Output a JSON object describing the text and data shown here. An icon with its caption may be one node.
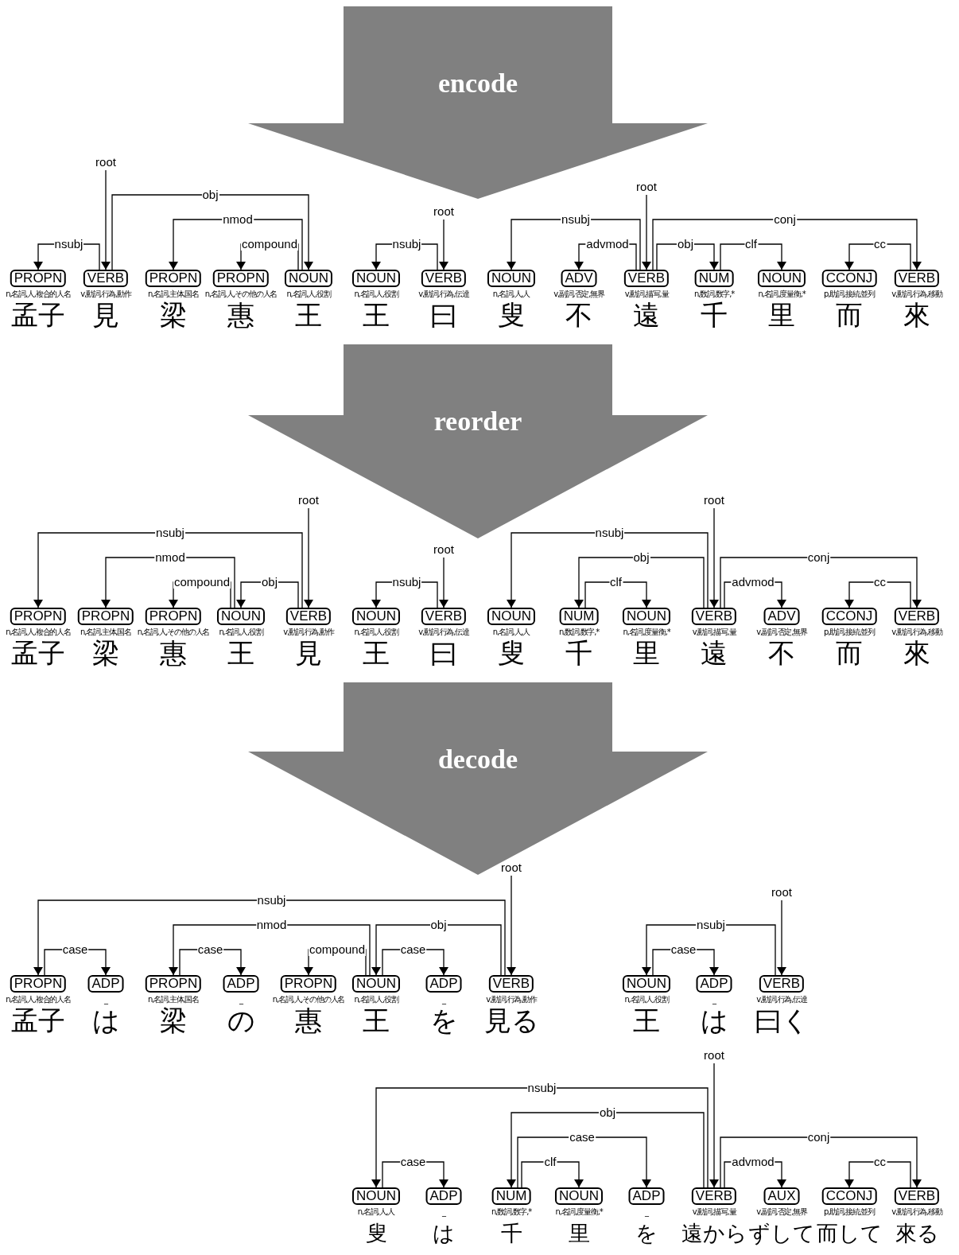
{
  "diagram": {
    "nodes": [
      {
        "text": [
          "encode"
        ]
      },
      {
        "text": [
          "PROPN"
        ],
        "beside": [
          "n,名詞,人,複合的人名",
          "孟子"
        ]
      },
      {
        "text": [
          "VERB"
        ],
        "beside": [
          "v,動詞,行為,動作",
          "見"
        ]
      },
      {
        "text": [
          "PROPN"
        ],
        "beside": [
          "n,名詞,主体,国名",
          "梁"
        ]
      },
      {
        "text": [
          "PROPN"
        ],
        "beside": [
          "n,名詞,人,その他の人名",
          "惠"
        ]
      },
      {
        "text": [
          "NOUN"
        ],
        "beside": [
          "n,名詞,人,役割",
          "王"
        ]
      },
      {
        "text": [
          "NOUN"
        ],
        "beside": [
          "n,名詞,人,役割",
          "王"
        ]
      },
      {
        "text": [
          "VERB"
        ],
        "beside": [
          "v,動詞,行為,伝達",
          "曰"
        ]
      },
      {
        "text": [
          "NOUN"
        ],
        "beside": [
          "n,名詞,人,人",
          "叟"
        ]
      },
      {
        "text": [
          "ADV"
        ],
        "beside": [
          "v,副詞,否定,無界",
          "不"
        ]
      },
      {
        "text": [
          "VERB"
        ],
        "beside": [
          "v,動詞,描写,量",
          "遠"
        ]
      },
      {
        "text": [
          "NUM"
        ],
        "beside": [
          "n,数詞,数字,*",
          "千"
        ]
      },
      {
        "text": [
          "NOUN"
        ],
        "beside": [
          "n,名詞,度量衡,*",
          "里"
        ]
      },
      {
        "text": [
          "CCONJ"
        ],
        "beside": [
          "p,助詞,接続,並列",
          "而"
        ]
      },
      {
        "text": [
          "VERB"
        ],
        "beside": [
          "v,動詞,行為,移動",
          "來"
        ]
      },
      {
        "text": [
          "reorder"
        ]
      },
      {
        "text": [
          "PROPN"
        ],
        "beside": [
          "n,名詞,人,複合的人名",
          "孟子"
        ]
      },
      {
        "text": [
          "PROPN"
        ],
        "beside": [
          "n,名詞,主体,国名",
          "梁"
        ]
      },
      {
        "text": [
          "PROPN"
        ],
        "beside": [
          "n,名詞,人,その他の人名",
          "惠"
        ]
      },
      {
        "text": [
          "NOUN"
        ],
        "beside": [
          "n,名詞,人,役割",
          "王"
        ]
      },
      {
        "text": [
          "VERB"
        ],
        "beside": [
          "v,動詞,行為,動作",
          "見"
        ]
      },
      {
        "text": [
          "NOUN"
        ],
        "beside": [
          "n,名詞,人,役割",
          "王"
        ]
      },
      {
        "text": [
          "VERB"
        ],
        "beside": [
          "v,動詞,行為,伝達",
          "曰"
        ]
      },
      {
        "text": [
          "NOUN"
        ],
        "beside": [
          "n,名詞,人,人",
          "叟"
        ]
      },
      {
        "text": [
          "NUM"
        ],
        "beside": [
          "n,数詞,数字,*",
          "千"
        ]
      },
      {
        "text": [
          "NOUN"
        ],
        "beside": [
          "n,名詞,度量衡,*",
          "里"
        ]
      },
      {
        "text": [
          "VERB"
        ],
        "beside": [
          "v,動詞,描写,量",
          "遠"
        ]
      },
      {
        "text": [
          "ADV"
        ],
        "beside": [
          "v,副詞,否定,無界",
          "不"
        ]
      },
      {
        "text": [
          "CCONJ"
        ],
        "beside": [
          "p,助詞,接続,並列",
          "而"
        ]
      },
      {
        "text": [
          "VERB"
        ],
        "beside": [
          "v,動詞,行為,移動",
          "來"
        ]
      },
      {
        "text": [
          "decode"
        ]
      },
      {
        "text": [
          "PROPN"
        ],
        "beside": [
          "n,名詞,人,複合的人名",
          "孟子"
        ]
      },
      {
        "text": [
          "ADP"
        ],
        "beside": [
          "_",
          "は"
        ]
      },
      {
        "text": [
          "PROPN"
        ],
        "beside": [
          "n,名詞,主体,国名",
          "梁"
        ]
      },
      {
        "text": [
          "ADP"
        ],
        "beside": [
          "_",
          "の"
        ]
      },
      {
        "text": [
          "PROPN"
        ],
        "beside": [
          "n,名詞,人,その他の人名",
          "惠"
        ]
      },
      {
        "text": [
          "NOUN"
        ],
        "beside": [
          "n,名詞,人,役割",
          "王"
        ]
      },
      {
        "text": [
          "ADP"
        ],
        "beside": [
          "_",
          "を"
        ]
      },
      {
        "text": [
          "VERB"
        ],
        "beside": [
          "v,動詞,行為,動作",
          "見る"
        ]
      },
      {
        "text": [
          "NOUN"
        ],
        "beside": [
          "n,名詞,人,役割",
          "王"
        ]
      },
      {
        "text": [
          "ADP"
        ],
        "beside": [
          "_",
          "は"
        ]
      },
      {
        "text": [
          "VERB"
        ],
        "beside": [
          "v,動詞,行為,伝達",
          "曰く"
        ]
      },
      {
        "text": [
          "NOUN"
        ],
        "beside": [
          "n,名詞,人,人",
          "叟"
        ]
      },
      {
        "text": [
          "ADP"
        ],
        "beside": [
          "_",
          "は"
        ]
      },
      {
        "text": [
          "NUM"
        ],
        "beside": [
          "n,数詞,数字,*",
          "千"
        ]
      },
      {
        "text": [
          "NOUN"
        ],
        "beside": [
          "n,名詞,度量衡,*",
          "里"
        ]
      },
      {
        "text": [
          "ADP"
        ],
        "beside": [
          "_",
          "を"
        ]
      },
      {
        "text": [
          "VERB"
        ],
        "beside": [
          "v,動詞,描写,量",
          "遠から"
        ]
      },
      {
        "text": [
          "AUX"
        ],
        "beside": [
          "v,副詞,否定,無界",
          "ずして"
        ]
      },
      {
        "text": [
          "CCONJ"
        ],
        "beside": [
          "p,助詞,接続,並列",
          "而して"
        ]
      },
      {
        "text": [
          "VERB"
        ],
        "beside": [
          "v,動詞,行為,移動",
          "來る"
        ]
      }
    ],
    "edges": [
      {
        "from": null,
        "to": 2,
        "arrow": "to",
        "label": "root"
      },
      {
        "from": 2,
        "to": 1,
        "arrow": "to",
        "label": "nsubj"
      },
      {
        "from": 2,
        "to": 5,
        "arrow": "to",
        "label": "obj"
      },
      {
        "from": 5,
        "to": 3,
        "arrow": "to",
        "label": "nmod"
      },
      {
        "from": 5,
        "to": 4,
        "arrow": "to",
        "label": "compound"
      },
      {
        "from": null,
        "to": 7,
        "arrow": "to",
        "label": "root"
      },
      {
        "from": 7,
        "to": 6,
        "arrow": "to",
        "label": "nsubj"
      },
      {
        "from": null,
        "to": 10,
        "arrow": "to",
        "label": "root"
      },
      {
        "from": 10,
        "to": 8,
        "arrow": "to",
        "label": "nsubj"
      },
      {
        "from": 10,
        "to": 9,
        "arrow": "to",
        "label": "advmod"
      },
      {
        "from": 10,
        "to": 11,
        "arrow": "to",
        "label": "obj"
      },
      {
        "from": 11,
        "to": 12,
        "arrow": "to",
        "label": "clf"
      },
      {
        "from": 10,
        "to": 14,
        "arrow": "to",
        "label": "conj"
      },
      {
        "from": 14,
        "to": 13,
        "arrow": "to",
        "label": "cc"
      },
      {
        "from": null,
        "to": 20,
        "arrow": "to",
        "label": "root"
      },
      {
        "from": 20,
        "to": 16,
        "arrow": "to",
        "label": "nsubj"
      },
      {
        "from": 19,
        "to": 17,
        "arrow": "to",
        "label": "nmod"
      },
      {
        "from": 19,
        "to": 18,
        "arrow": "to",
        "label": "compound"
      },
      {
        "from": 20,
        "to": 19,
        "arrow": "to",
        "label": "obj"
      },
      {
        "from": null,
        "to": 22,
        "arrow": "to",
        "label": "root"
      },
      {
        "from": 22,
        "to": 21,
        "arrow": "to",
        "label": "nsubj"
      },
      {
        "from": null,
        "to": 26,
        "arrow": "to",
        "label": "root"
      },
      {
        "from": 26,
        "to": 23,
        "arrow": "to",
        "label": "nsubj"
      },
      {
        "from": 26,
        "to": 24,
        "arrow": "to",
        "label": "obj"
      },
      {
        "from": 24,
        "to": 25,
        "arrow": "to",
        "label": "clf"
      },
      {
        "from": 26,
        "to": 27,
        "arrow": "to",
        "label": "advmod"
      },
      {
        "from": 26,
        "to": 29,
        "arrow": "to",
        "label": "conj"
      },
      {
        "from": 29,
        "to": 28,
        "arrow": "to",
        "label": "cc"
      },
      {
        "from": null,
        "to": 38,
        "arrow": "to",
        "label": "root"
      },
      {
        "from": 38,
        "to": 31,
        "arrow": "to",
        "label": "nsubj"
      },
      {
        "from": 31,
        "to": 32,
        "arrow": "to",
        "label": "case"
      },
      {
        "from": 38,
        "to": 36,
        "arrow": "to",
        "label": "obj"
      },
      {
        "from": 36,
        "to": 33,
        "arrow": "to",
        "label": "nmod"
      },
      {
        "from": 33,
        "to": 34,
        "arrow": "to",
        "label": "case"
      },
      {
        "from": 36,
        "to": 35,
        "arrow": "to",
        "label": "compound"
      },
      {
        "from": 36,
        "to": 37,
        "arrow": "to",
        "label": "case"
      },
      {
        "from": null,
        "to": 41,
        "arrow": "to",
        "label": "root"
      },
      {
        "from": 41,
        "to": 39,
        "arrow": "to",
        "label": "nsubj"
      },
      {
        "from": 39,
        "to": 40,
        "arrow": "to",
        "label": "case"
      },
      {
        "from": null,
        "to": 47,
        "arrow": "to",
        "label": "root"
      },
      {
        "from": 47,
        "to": 42,
        "arrow": "to",
        "label": "nsubj"
      },
      {
        "from": 42,
        "to": 43,
        "arrow": "to",
        "label": "case"
      },
      {
        "from": 47,
        "to": 44,
        "arrow": "to",
        "label": "obj"
      },
      {
        "from": 44,
        "to": 45,
        "arrow": "to",
        "label": "clf"
      },
      {
        "from": 44,
        "to": 46,
        "arrow": "to",
        "label": "case"
      },
      {
        "from": 47,
        "to": 48,
        "arrow": "to",
        "label": "advmod"
      },
      {
        "from": 47,
        "to": 50,
        "arrow": "to",
        "label": "conj"
      },
      {
        "from": 50,
        "to": 49,
        "arrow": "to",
        "label": "cc"
      }
    ]
  }
}
